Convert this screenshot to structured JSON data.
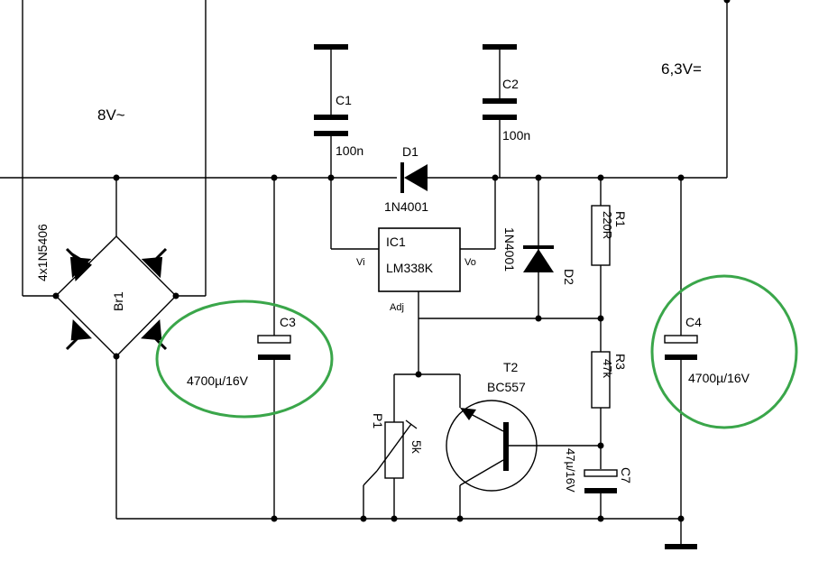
{
  "voltages": {
    "ac_input": "8V~",
    "dc_output": "6,3V="
  },
  "bridge": {
    "ref": "Br1",
    "part": "4x1N5406"
  },
  "c1": {
    "ref": "C1",
    "value": "100n"
  },
  "c2": {
    "ref": "C2",
    "value": "100n"
  },
  "c3": {
    "ref": "C3",
    "value": "4700µ/16V"
  },
  "c4": {
    "ref": "C4",
    "value": "4700µ/16V"
  },
  "c7": {
    "ref": "C7",
    "value": "47µ/16V"
  },
  "d1": {
    "ref": "D1",
    "part": "1N4001"
  },
  "d2": {
    "ref": "D2",
    "part": "1N4001"
  },
  "ic1": {
    "ref": "IC1",
    "part": "LM338K",
    "pin_in": "Vi",
    "pin_out": "Vo",
    "pin_adj": "Adj"
  },
  "r1": {
    "ref": "R1",
    "value": "220R"
  },
  "r3": {
    "ref": "R3",
    "value": "47k"
  },
  "p1": {
    "ref": "P1",
    "value": "5k"
  },
  "t2": {
    "ref": "T2",
    "part": "BC557"
  },
  "highlight_color": "#3aa64a"
}
